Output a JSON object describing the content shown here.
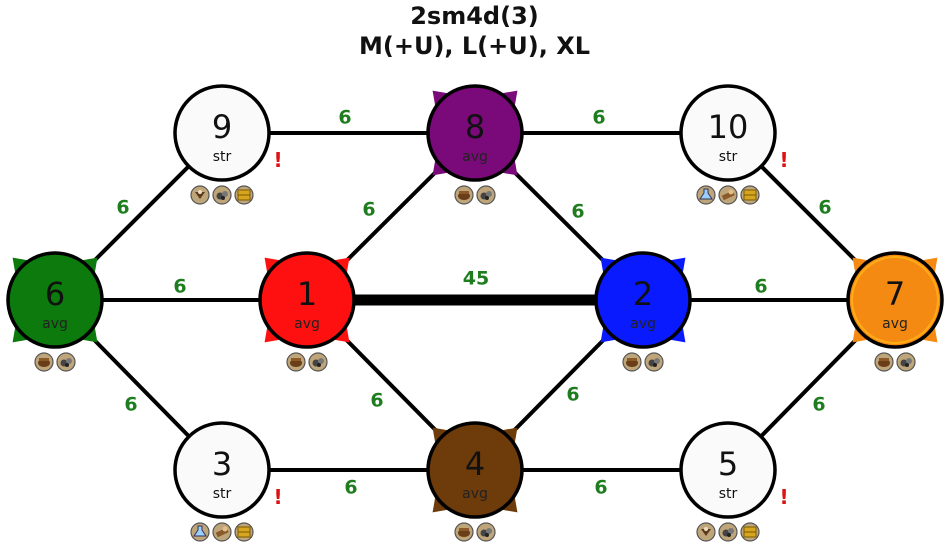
{
  "title": {
    "line1": "2sm4d(3)",
    "line2": "M(+U), L(+U), XL"
  },
  "colors": {
    "neutral": "#fafafa",
    "red": "#ff1010",
    "blue": "#0a1aff",
    "green": "#0c7a0c",
    "orange": "#f58a12",
    "purple": "#7a0a7a",
    "brown": "#6e3b0b",
    "edge": "#000000",
    "label": "#1e7d1e",
    "alert": "#dd1111"
  },
  "nodes": [
    {
      "id": "1",
      "label": "1",
      "type": "avg",
      "color": "red",
      "spikes": true,
      "alert": false,
      "icons": [
        "bag-icon",
        "ore-icon"
      ]
    },
    {
      "id": "2",
      "label": "2",
      "type": "avg",
      "color": "blue",
      "spikes": true,
      "alert": false,
      "icons": [
        "bag-icon",
        "ore-icon"
      ]
    },
    {
      "id": "3",
      "label": "3",
      "type": "str",
      "color": "neutral",
      "spikes": false,
      "alert": true,
      "alert_text": "!",
      "icons": [
        "potion-icon",
        "wood-icon",
        "gold-icon"
      ]
    },
    {
      "id": "4",
      "label": "4",
      "type": "avg",
      "color": "brown",
      "spikes": true,
      "alert": false,
      "icons": [
        "bag-icon",
        "ore-icon"
      ]
    },
    {
      "id": "5",
      "label": "5",
      "type": "str",
      "color": "neutral",
      "spikes": false,
      "alert": true,
      "alert_text": "!",
      "icons": [
        "arrow-icon",
        "ore-icon",
        "gold-icon"
      ]
    },
    {
      "id": "6",
      "label": "6",
      "type": "avg",
      "color": "green",
      "spikes": true,
      "alert": false,
      "icons": [
        "bag-icon",
        "ore-icon"
      ]
    },
    {
      "id": "7",
      "label": "7",
      "type": "avg",
      "color": "orange",
      "spikes": true,
      "alert": false,
      "icons": [
        "bag-icon",
        "ore-icon"
      ]
    },
    {
      "id": "8",
      "label": "8",
      "type": "avg",
      "color": "purple",
      "spikes": true,
      "alert": false,
      "icons": [
        "bag-icon",
        "ore-icon"
      ]
    },
    {
      "id": "9",
      "label": "9",
      "type": "str",
      "color": "neutral",
      "spikes": false,
      "alert": true,
      "alert_text": "!",
      "icons": [
        "arrow-icon",
        "ore-icon",
        "gold-icon"
      ]
    },
    {
      "id": "10",
      "label": "10",
      "type": "str",
      "color": "neutral",
      "spikes": false,
      "alert": true,
      "alert_text": "!",
      "icons": [
        "potion-icon",
        "wood-icon",
        "gold-icon"
      ]
    }
  ],
  "edges": [
    {
      "from": "9",
      "to": "8",
      "label": "6",
      "weight": "normal"
    },
    {
      "from": "8",
      "to": "10",
      "label": "6",
      "weight": "normal"
    },
    {
      "from": "9",
      "to": "6",
      "label": "6",
      "weight": "normal"
    },
    {
      "from": "8",
      "to": "1",
      "label": "6",
      "weight": "normal"
    },
    {
      "from": "8",
      "to": "2",
      "label": "6",
      "weight": "normal"
    },
    {
      "from": "10",
      "to": "7",
      "label": "6",
      "weight": "normal"
    },
    {
      "from": "6",
      "to": "1",
      "label": "6",
      "weight": "normal"
    },
    {
      "from": "1",
      "to": "2",
      "label": "45",
      "weight": "thick"
    },
    {
      "from": "2",
      "to": "7",
      "label": "6",
      "weight": "normal"
    },
    {
      "from": "6",
      "to": "3",
      "label": "6",
      "weight": "normal"
    },
    {
      "from": "1",
      "to": "4",
      "label": "6",
      "weight": "normal"
    },
    {
      "from": "4",
      "to": "2",
      "label": "6",
      "weight": "normal"
    },
    {
      "from": "7",
      "to": "5",
      "label": "6",
      "weight": "normal"
    },
    {
      "from": "3",
      "to": "4",
      "label": "6",
      "weight": "normal"
    },
    {
      "from": "4",
      "to": "5",
      "label": "6",
      "weight": "normal"
    }
  ]
}
